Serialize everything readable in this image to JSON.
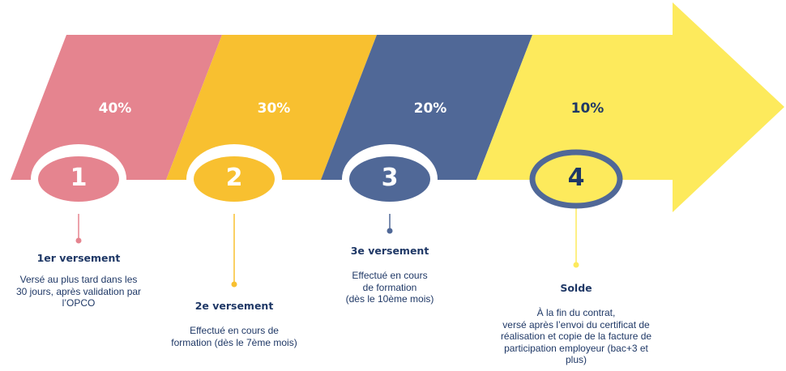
{
  "colors": {
    "segment_1": "#e5848f",
    "segment_2": "#f8c030",
    "segment_3": "#506897",
    "segment_4": "#fdea5c",
    "text_dark": "#1f3866"
  },
  "steps": [
    {
      "percent": "40%",
      "number": "1",
      "title": "1er versement",
      "description": "Versé au plus tard dans les\n30 jours, après validation par\nl’OPCO"
    },
    {
      "percent": "30%",
      "number": "2",
      "title": "2e versement",
      "description": "Effectué en cours de\nformation (dès le 7ème mois)"
    },
    {
      "percent": "20%",
      "number": "3",
      "title": "3e versement",
      "description": "Effectué en cours\nde formation\n(dès le 10ème mois)"
    },
    {
      "percent": "10%",
      "number": "4",
      "title": "Solde",
      "description": "À la fin du contrat,\nversé après l’envoi du certificat de\nréalisation et copie de la facture de\nparticipation employeur (bac+3 et\nplus)"
    }
  ]
}
